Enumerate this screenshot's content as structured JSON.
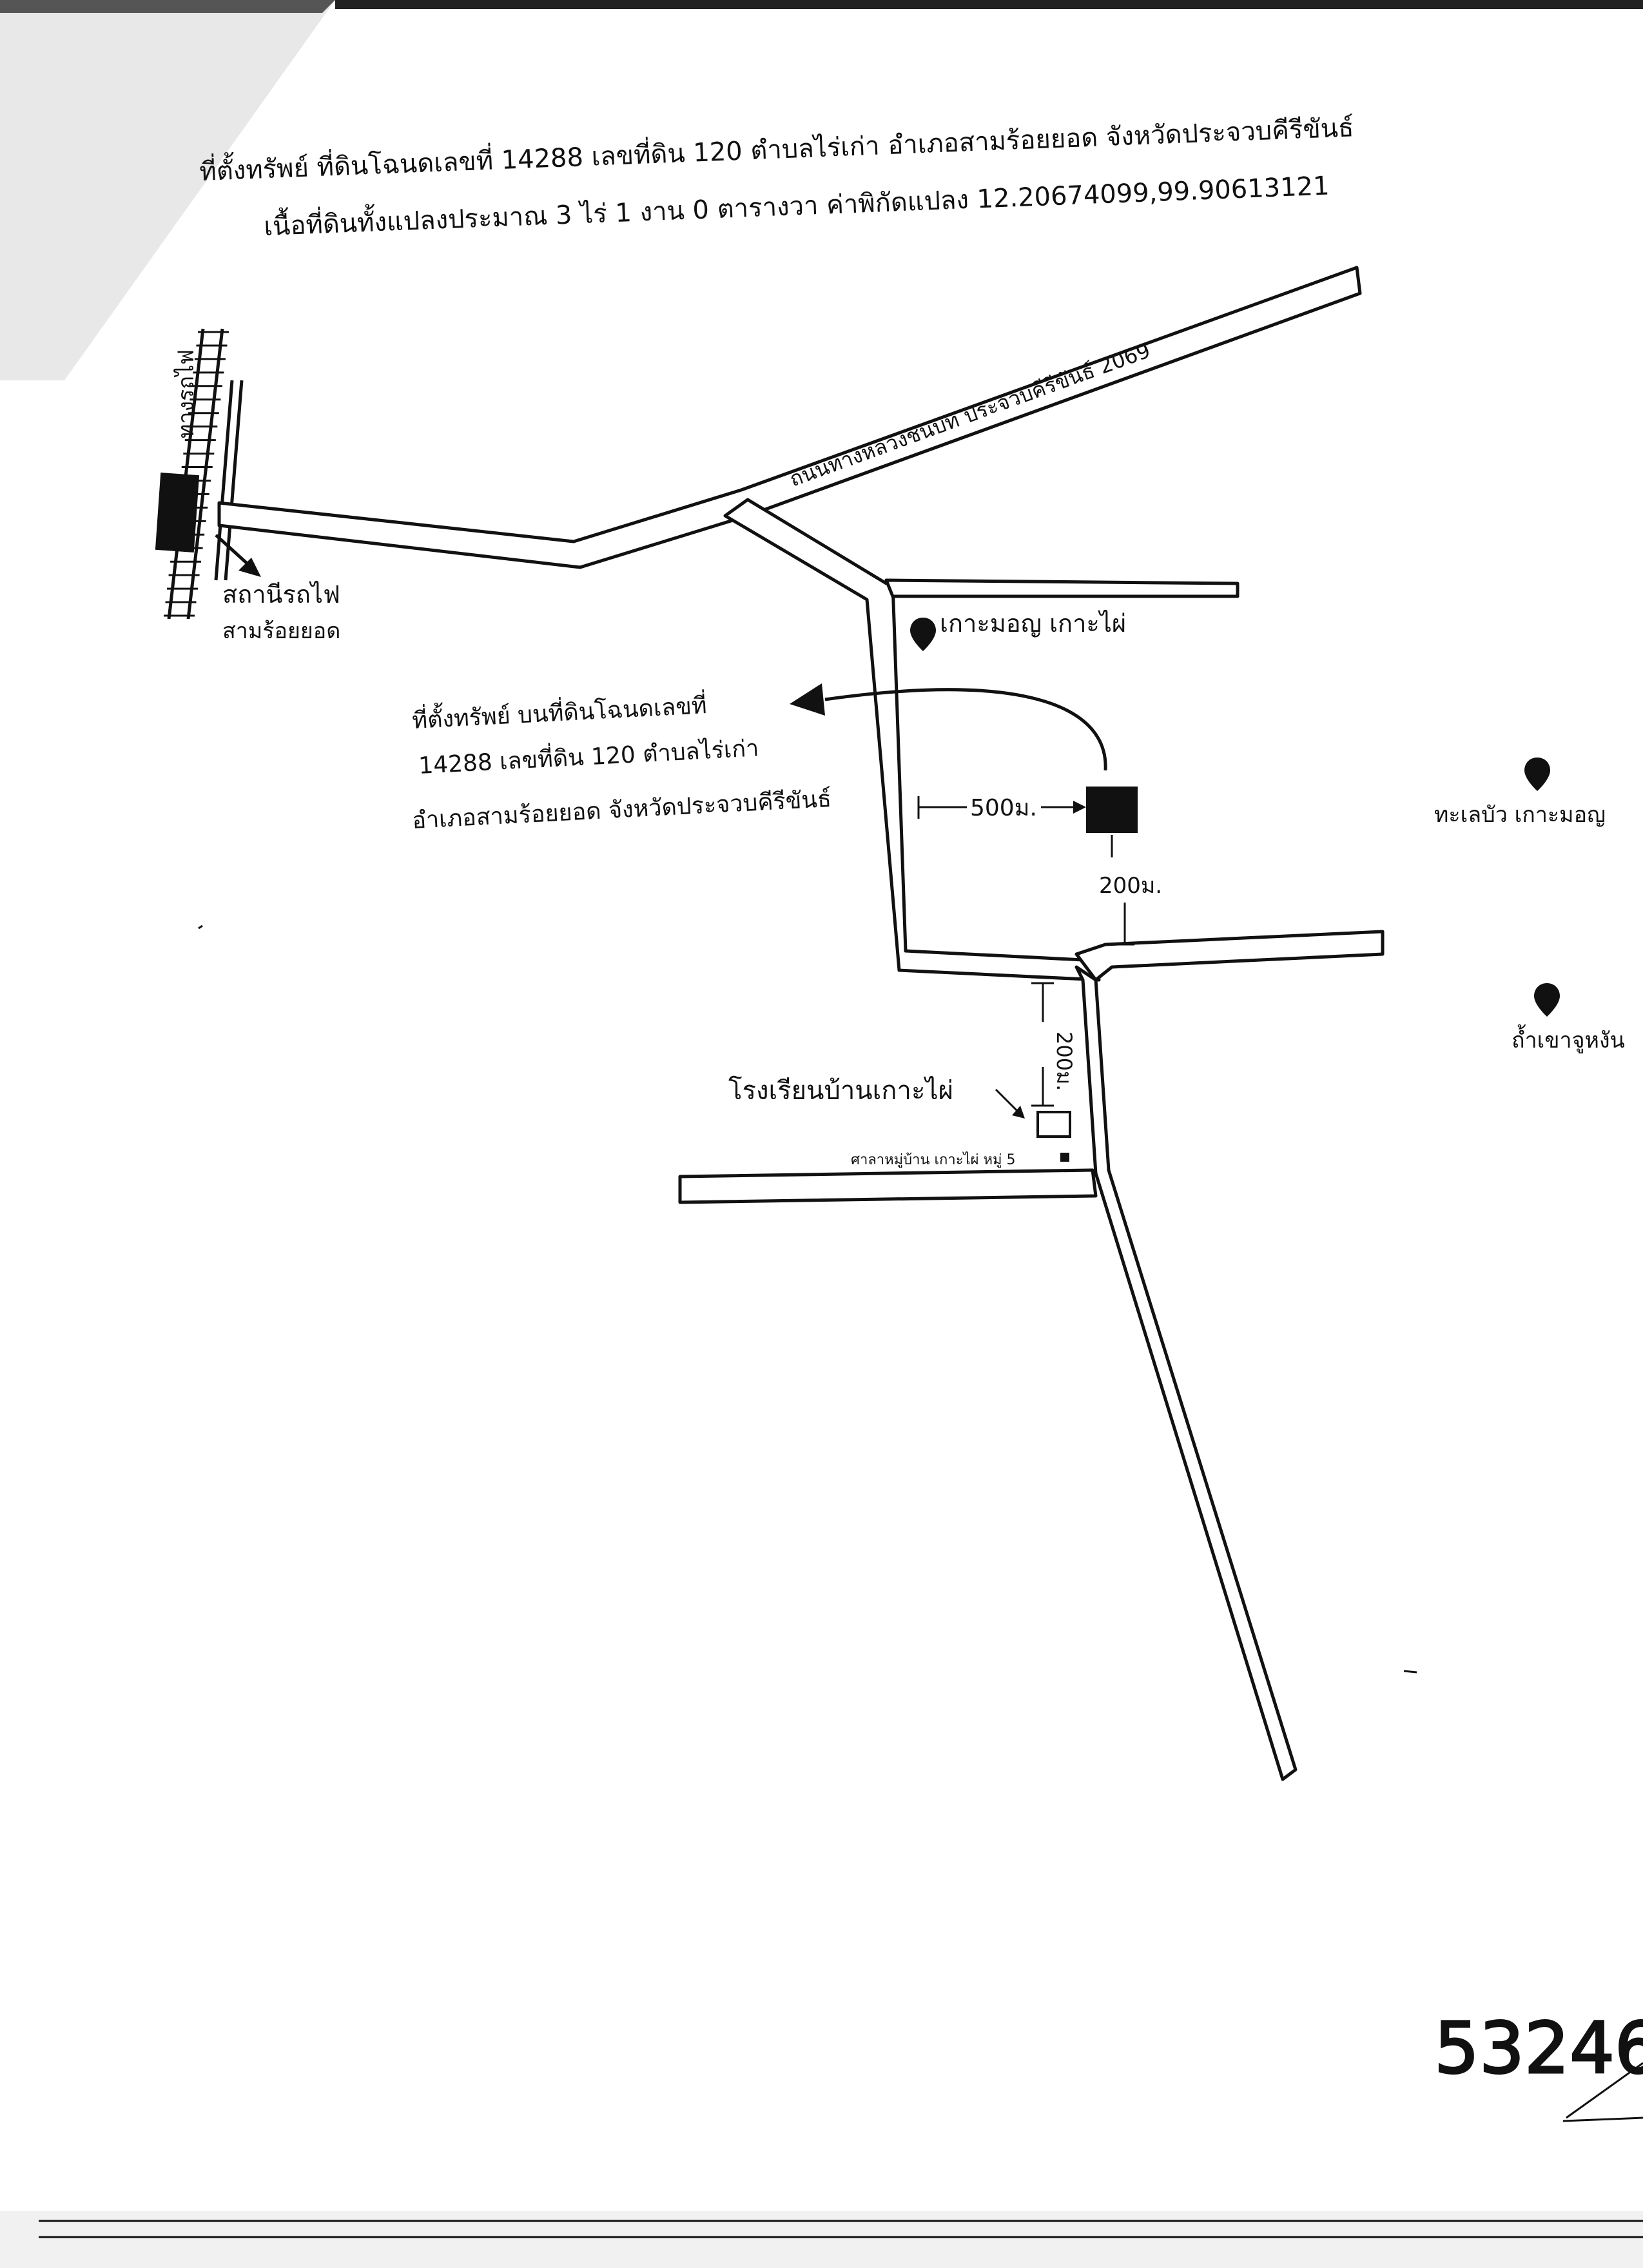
{
  "header": {
    "line1": "ที่ตั้งทรัพย์ ที่ดินโฉนดเลขที่ 14288 เลขที่ดิน 120 ตำบลไร่เก่า อำเภอสามร้อยยอด จังหวัดประจวบคีรีขันธ์",
    "line2": "เนื้อที่ดินทั้งแปลงประมาณ 3 ไร่ 1 งาน 0 ตารางวา ค่าพิกัดแปลง 12.20674099,99.90613121"
  },
  "labels": {
    "railway": "ทางรถไฟ",
    "station_line1": "สถานีรถไฟ",
    "station_line2": "สามร้อยยอด",
    "highway": "ถนนทางหลวงชนบท ประจวบคีรีขันธ์ 2069",
    "ko_mon_ko_phai": "เกาะมอญ เกาะไผ่",
    "property_line1": "ที่ตั้งทรัพย์ บนที่ดินโฉนดเลขที่",
    "property_line2": "14288 เลขที่ดิน 120 ตำบลไร่เก่า",
    "property_line3": "อำเภอสามร้อยยอด จังหวัดประจวบคีรีขันธ์",
    "dist_500": "500ม.",
    "dist_200_east": "200ม.",
    "dist_200_school": "200ม.",
    "school": "โรงเรียนบ้านเกาะไผ่",
    "village_hall": "ศาลาหมู่บ้าน เกาะไผ่ หมู่ 5",
    "lotus_lake_ko_mon": "ทะเลบัว เกาะมอญ",
    "cave": "ถ้ำเขาจูหงัน",
    "handwritten_code": "53246"
  },
  "colors": {
    "ink": "#111111",
    "paper": "#ffffff",
    "scan_edge": "#e8e8e8"
  },
  "icons": {
    "pin": "map-pin-icon",
    "station": "station-block-icon",
    "property": "property-marker-icon"
  }
}
